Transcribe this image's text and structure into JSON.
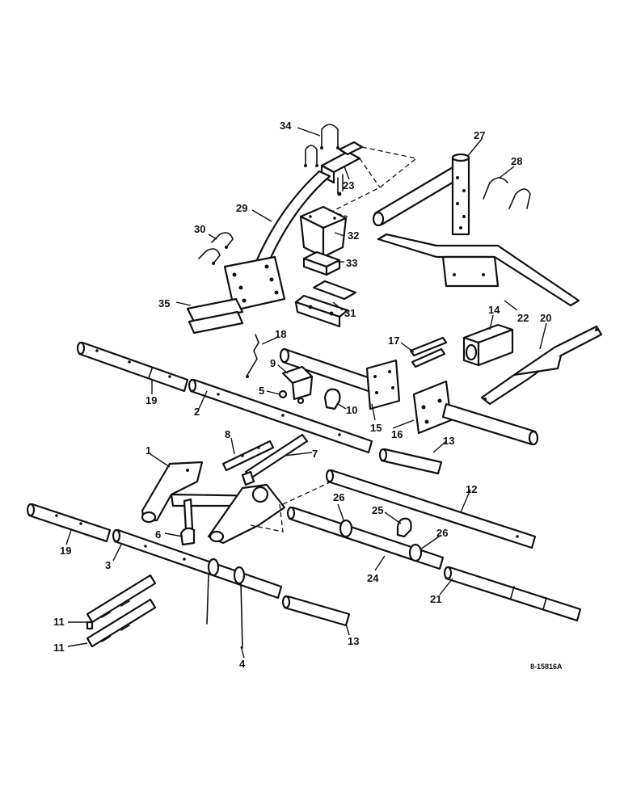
{
  "diagram": {
    "reference_code": "8-15816A",
    "callouts": {
      "c1": "1",
      "c2": "2",
      "c3": "3",
      "c4": "4",
      "c5": "5",
      "c6": "6",
      "c7": "7",
      "c8": "8",
      "c9": "9",
      "c10": "10",
      "c11a": "11",
      "c11b": "11",
      "c12": "12",
      "c13a": "13",
      "c13b": "13",
      "c14": "14",
      "c15": "15",
      "c16": "16",
      "c17": "17",
      "c18": "18",
      "c19a": "19",
      "c19b": "19",
      "c20": "20",
      "c21": "21",
      "c22": "22",
      "c23": "23",
      "c24": "24",
      "c25": "25",
      "c26a": "26",
      "c26b": "26",
      "c27": "27",
      "c28": "28",
      "c29": "29",
      "c30": "30",
      "c31": "31",
      "c32": "32",
      "c33": "33",
      "c34": "34",
      "c35": "35"
    }
  }
}
